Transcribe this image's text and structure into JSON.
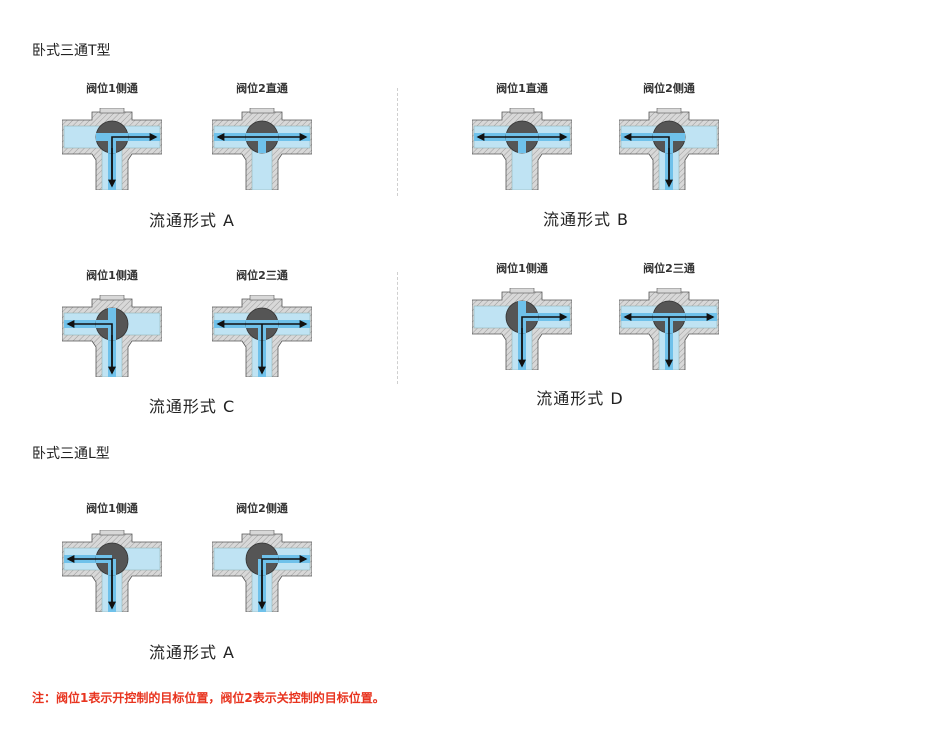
{
  "sections": {
    "t_type": {
      "title": "卧式三通T型"
    },
    "l_type": {
      "title": "卧式三通L型"
    }
  },
  "panels": [
    {
      "id": "t-a",
      "caption": "流通形式 A",
      "valves": [
        {
          "label": "阀位1侧通",
          "ports": [
            "R",
            "B"
          ],
          "stem": "L"
        },
        {
          "label": "阀位2直通",
          "ports": [
            "L",
            "R"
          ],
          "stem": "B"
        }
      ]
    },
    {
      "id": "t-b",
      "caption": "流通形式 B",
      "valves": [
        {
          "label": "阀位1直通",
          "ports": [
            "L",
            "R"
          ],
          "stem": "B"
        },
        {
          "label": "阀位2侧通",
          "ports": [
            "L",
            "B"
          ],
          "stem": "R"
        }
      ]
    },
    {
      "id": "t-c",
      "caption": "流通形式 C",
      "valves": [
        {
          "label": "阀位1侧通",
          "ports": [
            "L",
            "B"
          ],
          "stem": "T"
        },
        {
          "label": "阀位2三通",
          "ports": [
            "L",
            "R",
            "B"
          ],
          "stem": ""
        }
      ]
    },
    {
      "id": "t-d",
      "caption": "流通形式 D",
      "valves": [
        {
          "label": "阀位1侧通",
          "ports": [
            "R",
            "B"
          ],
          "stem": "T"
        },
        {
          "label": "阀位2三通",
          "ports": [
            "L",
            "R",
            "B"
          ],
          "stem": ""
        }
      ]
    },
    {
      "id": "l-a",
      "caption": "流通形式 A",
      "valves": [
        {
          "label": "阀位1侧通",
          "ports": [
            "L",
            "B"
          ],
          "stem": ""
        },
        {
          "label": "阀位2侧通",
          "ports": [
            "R",
            "B"
          ],
          "stem": ""
        }
      ]
    }
  ],
  "note": "注：阀位1表示开控制的目标位置，阀位2表示关控制的目标位置。",
  "colors": {
    "fluid": "#bfe3f3",
    "fluid_core": "#6fc1ea",
    "ball": "#555555",
    "body": "#d8d8d8",
    "outline": "#555555",
    "arrow": "#111111",
    "note": "#e8341f"
  }
}
